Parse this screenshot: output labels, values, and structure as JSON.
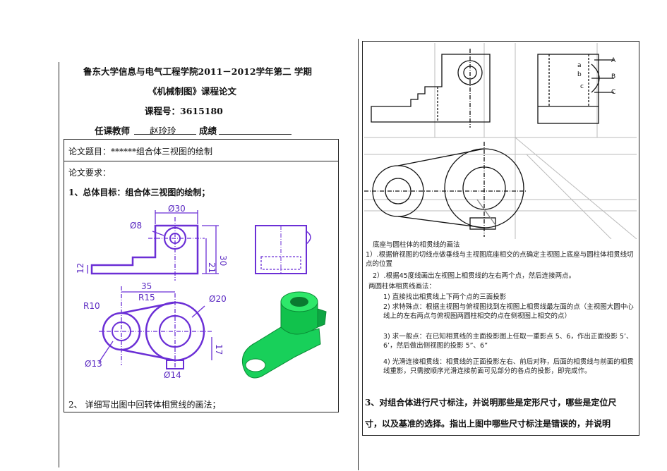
{
  "left": {
    "school_line": "鲁东大学信息与电气工程学院2011－2012学年第二 学期",
    "course_name": "《机械制图》课程论文",
    "course_no": "课程号：3615180",
    "teacher_label": "任课教师",
    "teacher_name": "赵玲玲",
    "score_label": "成绩",
    "topic": "论文题目：******组合体三视图的绘制",
    "req": "论文要求：",
    "goal": "1、总体目标：组合体三视图的绘制；",
    "q2": "2、 详细写出图中回转体相贯线的画法；"
  },
  "dims": {
    "d30": "Ø30",
    "d8": "Ø8",
    "h30": "30",
    "h21": "21",
    "h12": "12",
    "w35": "35",
    "r10": "R10",
    "r15": "R15",
    "d20": "Ø20",
    "d13": "Ø13",
    "d14": "Ø14",
    "h17": "17"
  },
  "right": {
    "marks": [
      "a",
      "b",
      "c",
      "A",
      "B",
      "C"
    ],
    "p_title": "底座与圆柱体的相贯线的画法",
    "p1": "1）.根据俯视图的切线点做垂线与主视图底座相交的点确定主视图上底座与圆柱体相贯线切点的位置",
    "p2": "2）.根据45度线画出左视图上相贯线的左右两个点，然后连接两点。",
    "p_sub": "两圆柱体相贯线画法：",
    "s1": "1) 直接找出相贯线上下两个点的三面投影",
    "s2": "2) 求特殊点：根据主视图与俯视图找到左视图上相贯线最左面的点（主视图大圆中心线上的左右两点与俯视图两圆柱相交的点在侧视图上相交的点）",
    "s3": "3) 求一般点：在已知相贯线的主面投影图上任取一重影点 5、6，作出正面投影 5’、6’，然后做出侧视图的投影 5”、6”",
    "s4": "4) 光滑连接相贯线：相贯线的正面投影左右、前后对称，后面的相贯线与前面的相贯线重影，只需按顺序光滑连接前面可见部分的各点的投影，即完成作。",
    "q3a": "3、对组合体进行尺寸标注，并说明那些是定形尺寸，哪些是定位尺",
    "q3b": "寸，以及基准的选择。指出上图中哪些尺寸标注是错误的，并说明"
  }
}
